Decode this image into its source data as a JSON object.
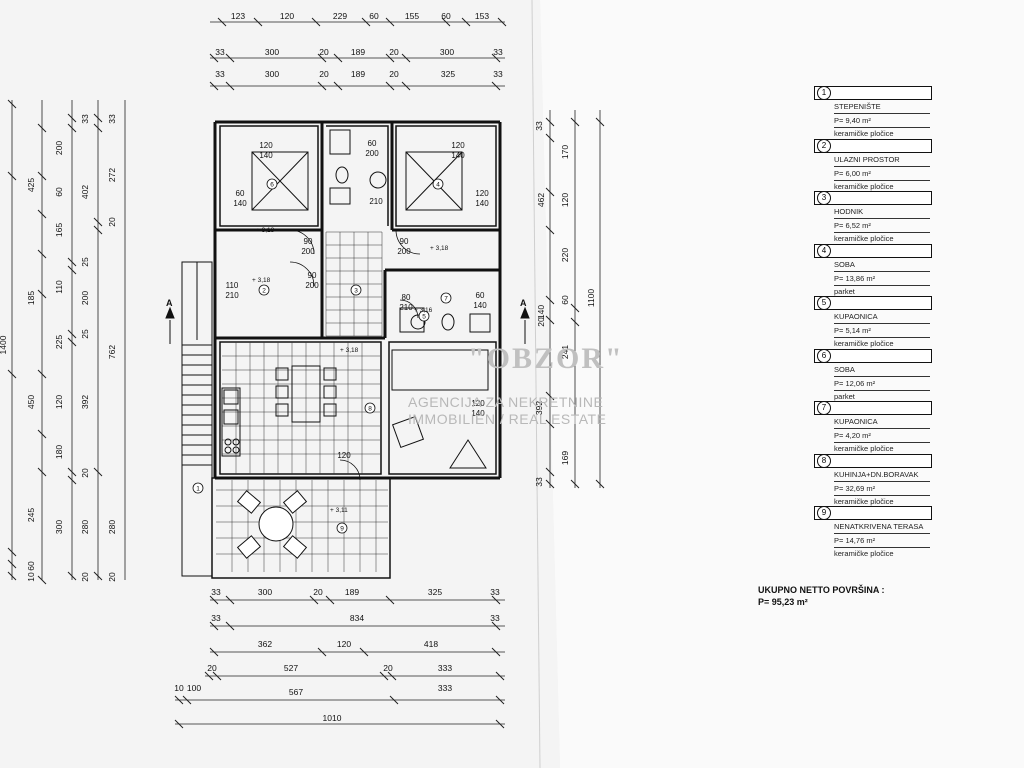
{
  "dims_top": {
    "row1": [
      "123",
      "120",
      "229",
      "60",
      "155",
      "60",
      "153"
    ],
    "row2": [
      "33",
      "300",
      "20",
      "189",
      "20",
      "300",
      "33"
    ],
    "row3": [
      "33",
      "300",
      "20",
      "189",
      "20",
      "325",
      "33"
    ]
  },
  "dims_bottom": {
    "row1": [
      "33",
      "300",
      "20",
      "189",
      "325",
      "33"
    ],
    "row2": [
      "33",
      "834",
      "33"
    ],
    "row3": [
      "362",
      "120",
      "418"
    ],
    "row4": [
      "20",
      "527",
      "20",
      "333"
    ],
    "row5": [
      "10",
      "100",
      "567",
      "333"
    ],
    "row6": [
      "1010"
    ]
  },
  "dims_left": {
    "col1": [
      "425",
      "185",
      "450",
      "245",
      "60",
      "10"
    ],
    "col2": [
      "200",
      "60",
      "165",
      "110",
      "225",
      "120",
      "180",
      "300"
    ],
    "col3": [
      "33",
      "402",
      "25",
      "200",
      "25",
      "392",
      "20",
      "280",
      "20"
    ],
    "col4": [
      "33",
      "272",
      "20",
      "762",
      "280",
      "20"
    ],
    "total": "1400"
  },
  "dims_right": {
    "col1": [
      "33",
      "170",
      "120",
      "220",
      "60",
      "241",
      "392",
      "169",
      "33"
    ],
    "col2": [
      "462",
      "140",
      "20"
    ],
    "total": "1100"
  },
  "plan": {
    "room_numbers": [
      "1",
      "2",
      "3",
      "4",
      "5",
      "6",
      "7",
      "8",
      "9"
    ],
    "levels": [
      "+ 3,18",
      "+ 3,18",
      "+ 3,18",
      "+ 3,18",
      "+ 3,16",
      "+ 3,11"
    ],
    "openings": [
      "120\n140",
      "120\n140",
      "60\n140",
      "120\n140",
      "90\n200",
      "90\n200",
      "90\n200",
      "110\n210",
      "80\n210",
      "60\n140",
      "120\n140",
      "60\n200",
      "120",
      "210"
    ],
    "section_mark": "A"
  },
  "legend": [
    {
      "num": "1",
      "name": "STEPENIŠTE",
      "area": "P= 9,40 m²",
      "finish": "keramičke pločice"
    },
    {
      "num": "2",
      "name": "ULAZNI PROSTOR",
      "area": "P= 6,00 m²",
      "finish": "keramičke pločice"
    },
    {
      "num": "3",
      "name": "HODNIK",
      "area": "P= 6,52 m²",
      "finish": "keramičke pločice"
    },
    {
      "num": "4",
      "name": "SOBA",
      "area": "P= 13,86 m²",
      "finish": "parket"
    },
    {
      "num": "5",
      "name": "KUPAONICA",
      "area": "P= 5,14 m²",
      "finish": "keramičke pločice"
    },
    {
      "num": "6",
      "name": "SOBA",
      "area": "P= 12,06 m²",
      "finish": "parket"
    },
    {
      "num": "7",
      "name": "KUPAONICA",
      "area": "P= 4,20 m²",
      "finish": "keramičke pločice"
    },
    {
      "num": "8",
      "name": "KUHINJA+DN.BORAVAK",
      "area": "P= 32,69 m²",
      "finish": "keramičke pločice"
    },
    {
      "num": "9",
      "name": "NENATKRIVENA TERASA",
      "area": "P= 14,76 m²",
      "finish": "keramičke pločice"
    }
  ],
  "total": {
    "label": "UKUPNO NETTO POVRŠINA :",
    "value": "P= 95,23 m²"
  },
  "watermark": {
    "logo": "\"OBZOR\"",
    "line1": "AGENCIJA ZA NEKRETNINE",
    "line2": "IMMOBILIEN / REAL ESTATE"
  }
}
